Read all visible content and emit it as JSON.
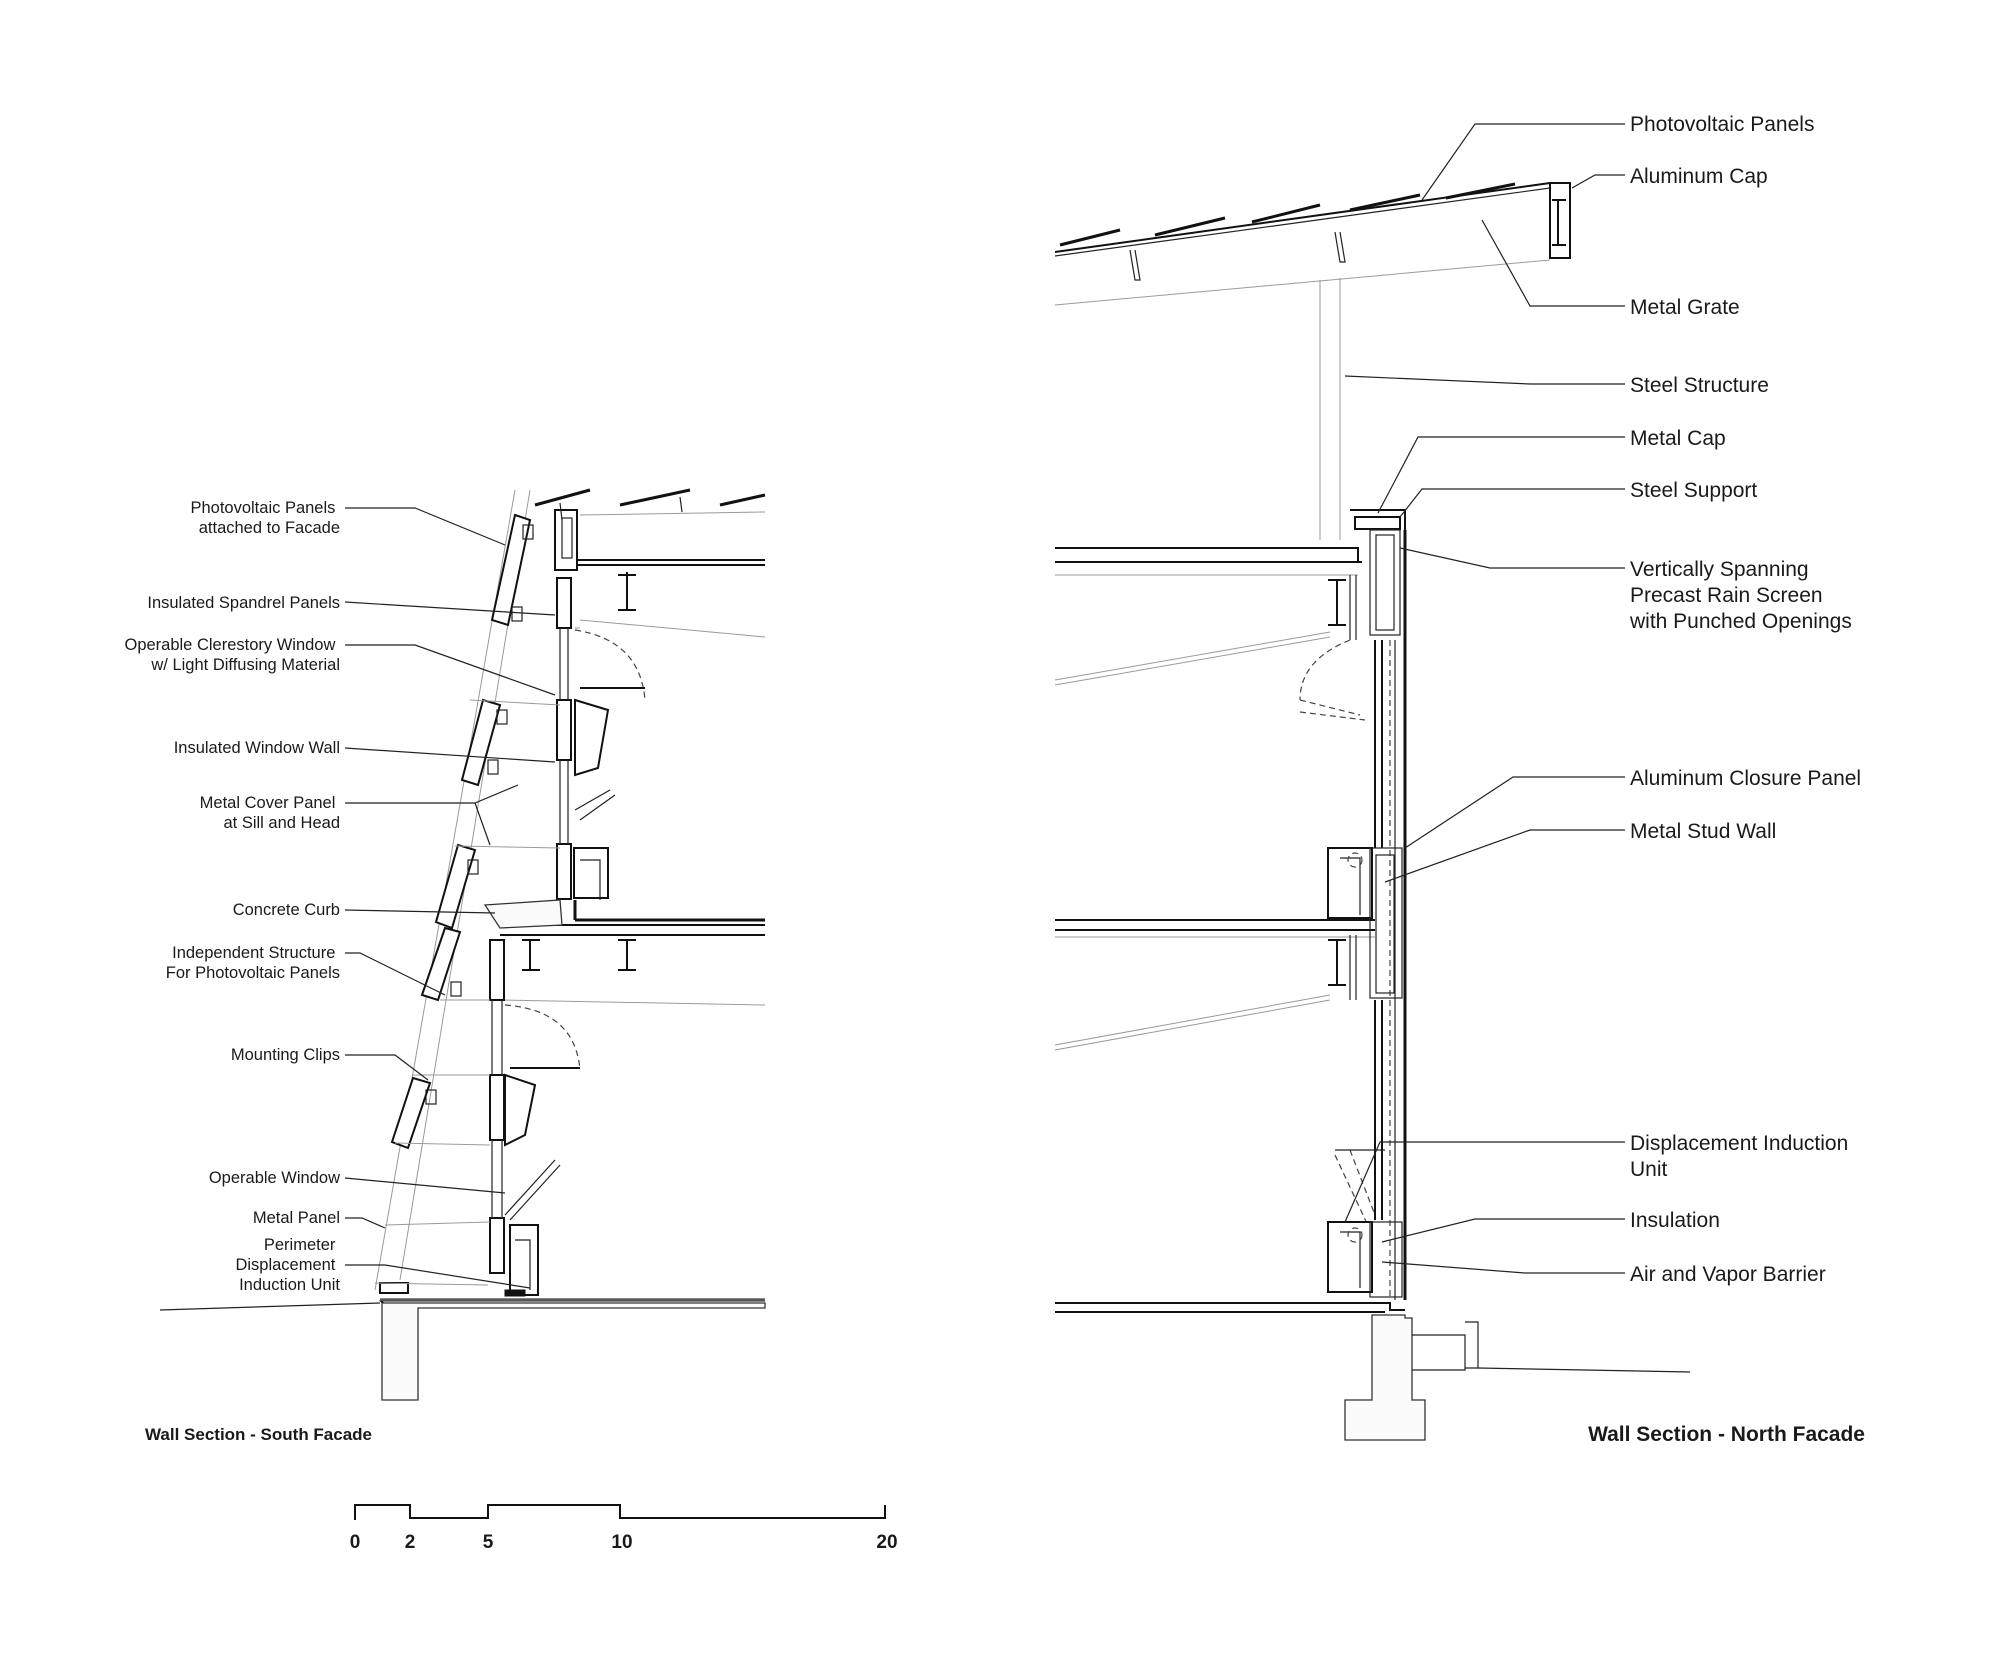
{
  "south": {
    "title": "Wall Section - South Facade",
    "labels": [
      {
        "id": "pv-panels-facade",
        "lines": [
          "Photovoltaic Panels",
          "attached to Facade"
        ]
      },
      {
        "id": "insulated-spandrel-panels",
        "lines": [
          "Insulated Spandrel Panels"
        ]
      },
      {
        "id": "operable-clerestory-window",
        "lines": [
          "Operable Clerestory Window",
          "w/ Light Diffusing Material"
        ]
      },
      {
        "id": "insulated-window-wall",
        "lines": [
          "Insulated Window Wall"
        ]
      },
      {
        "id": "metal-cover-panel",
        "lines": [
          "Metal Cover Panel",
          "at Sill and Head"
        ]
      },
      {
        "id": "concrete-curb",
        "lines": [
          "Concrete Curb"
        ]
      },
      {
        "id": "independent-structure",
        "lines": [
          "Independent Structure",
          "For Photovoltaic Panels"
        ]
      },
      {
        "id": "mounting-clips",
        "lines": [
          "Mounting Clips"
        ]
      },
      {
        "id": "operable-window",
        "lines": [
          "Operable Window"
        ]
      },
      {
        "id": "metal-panel",
        "lines": [
          "Metal Panel"
        ]
      },
      {
        "id": "perimeter-displacement-unit",
        "lines": [
          "Perimeter",
          "Displacement",
          "Induction Unit"
        ]
      }
    ]
  },
  "north": {
    "title": "Wall Section - North Facade",
    "labels": [
      {
        "id": "photovoltaic-panels",
        "lines": [
          "Photovoltaic Panels"
        ]
      },
      {
        "id": "aluminum-cap",
        "lines": [
          "Aluminum Cap"
        ]
      },
      {
        "id": "metal-grate",
        "lines": [
          "Metal Grate"
        ]
      },
      {
        "id": "steel-structure",
        "lines": [
          "Steel Structure"
        ]
      },
      {
        "id": "metal-cap",
        "lines": [
          "Metal Cap"
        ]
      },
      {
        "id": "steel-support",
        "lines": [
          "Steel Support"
        ]
      },
      {
        "id": "precast-rain-screen",
        "lines": [
          "Vertically Spanning",
          "Precast Rain Screen",
          "with Punched Openings"
        ]
      },
      {
        "id": "aluminum-closure-panel",
        "lines": [
          "Aluminum Closure Panel"
        ]
      },
      {
        "id": "metal-stud-wall",
        "lines": [
          "Metal Stud Wall"
        ]
      },
      {
        "id": "displacement-induction-unit",
        "lines": [
          "Displacement Induction",
          "Unit"
        ]
      },
      {
        "id": "insulation",
        "lines": [
          "Insulation"
        ]
      },
      {
        "id": "air-vapor-barrier",
        "lines": [
          "Air and Vapor Barrier"
        ]
      }
    ]
  },
  "scale": {
    "ticks": [
      "0",
      "2",
      "5",
      "10",
      "20"
    ]
  }
}
